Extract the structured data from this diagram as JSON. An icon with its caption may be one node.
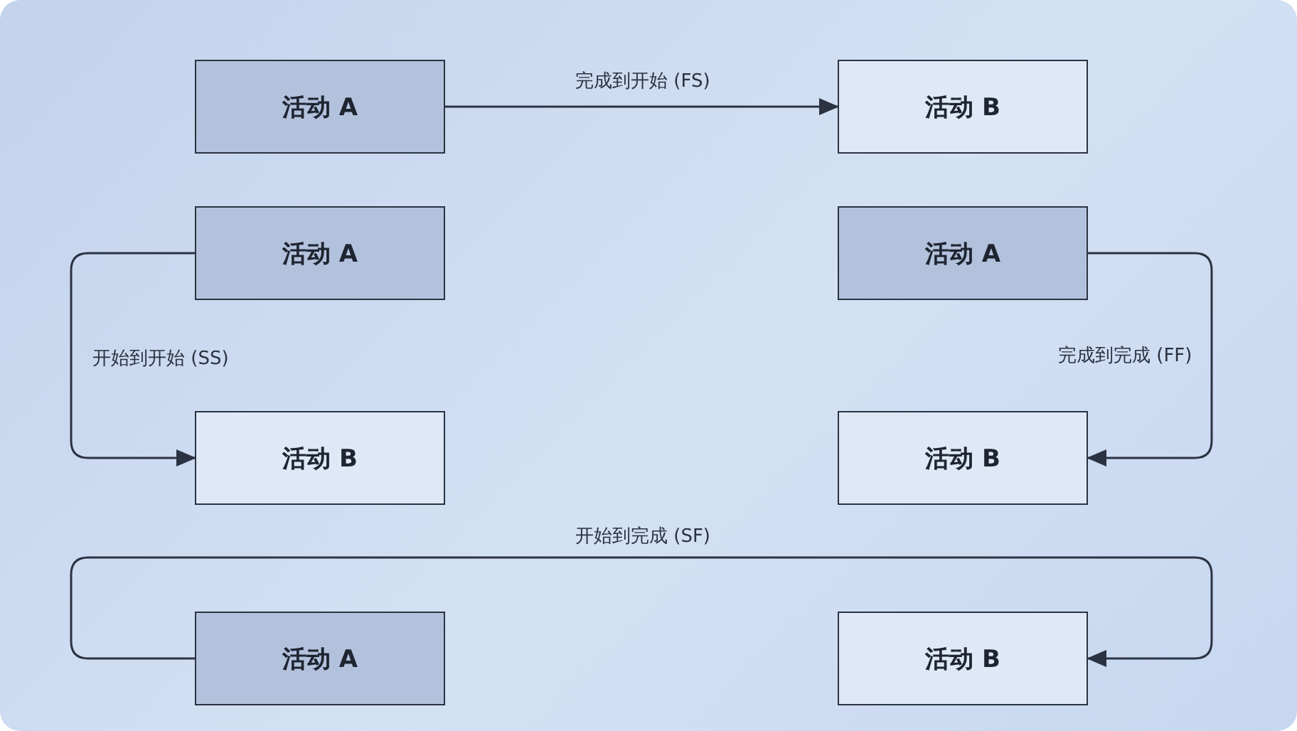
{
  "diagram": {
    "nodes": [
      {
        "text": [
          "活动 A"
        ]
      },
      {
        "text": [
          "活动 B"
        ]
      },
      {
        "text": [
          "活动 A"
        ]
      },
      {
        "text": [
          "活动 A"
        ]
      },
      {
        "text": [
          "活动 B"
        ]
      },
      {
        "text": [
          "活动 B"
        ]
      },
      {
        "text": [
          "活动 A"
        ]
      },
      {
        "text": [
          "活动 B"
        ]
      }
    ],
    "edges": [
      {
        "from": 0,
        "to": 1,
        "arrow": "to",
        "label": "完成到开始 (FS)"
      },
      {
        "from": 2,
        "to": 4,
        "arrow": "to",
        "label": "开始到开始 (SS)"
      },
      {
        "from": 3,
        "to": 5,
        "arrow": "to",
        "label": "完成到完成 (FF)"
      },
      {
        "from": 6,
        "to": 7,
        "arrow": "to",
        "label": "开始到完成 (SF)"
      }
    ]
  }
}
